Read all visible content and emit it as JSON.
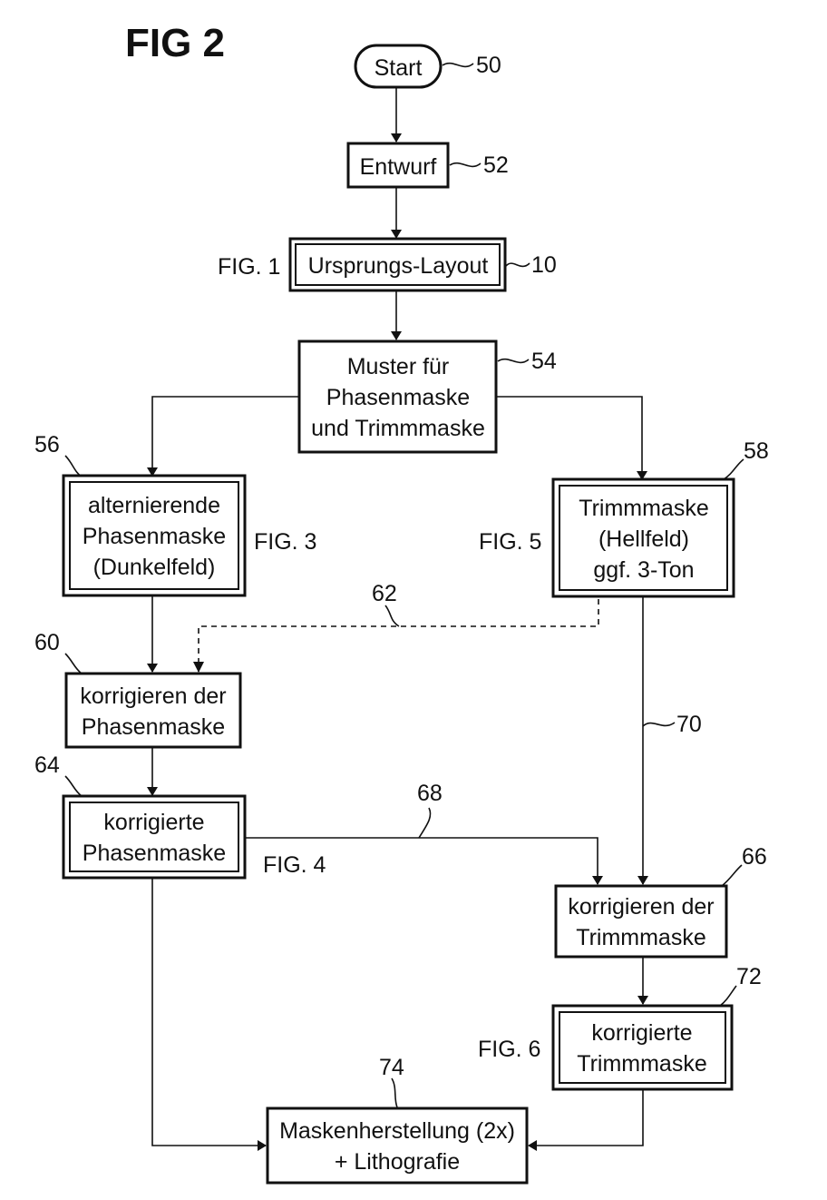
{
  "title": "FIG 2",
  "nodes": {
    "start": {
      "lines": [
        "Start"
      ],
      "ref": "50"
    },
    "entwurf": {
      "lines": [
        "Entwurf"
      ],
      "ref": "52"
    },
    "ursprung": {
      "lines": [
        "Ursprungs-Layout"
      ],
      "ref": "10",
      "fig": "FIG. 1"
    },
    "muster": {
      "lines": [
        "Muster für",
        "Phasenmaske",
        "und Trimmmaske"
      ],
      "ref": "54"
    },
    "alt_phase": {
      "lines": [
        "alternierende",
        "Phasenmaske",
        "(Dunkelfeld)"
      ],
      "ref": "56",
      "fig": "FIG. 3"
    },
    "trimm": {
      "lines": [
        "Trimmmaske",
        "(Hellfeld)",
        "ggf. 3-Ton"
      ],
      "ref": "58",
      "fig": "FIG. 5"
    },
    "korr_phase_step": {
      "lines": [
        "korrigieren der",
        "Phasenmaske"
      ],
      "ref": "60"
    },
    "korr_phase": {
      "lines": [
        "korrigierte",
        "Phasenmaske"
      ],
      "ref": "64",
      "fig": "FIG. 4"
    },
    "korr_trimm_step": {
      "lines": [
        "korrigieren der",
        "Trimmmaske"
      ],
      "ref": "66"
    },
    "korr_trimm": {
      "lines": [
        "korrigierte",
        "Trimmmaske"
      ],
      "ref": "72",
      "fig": "FIG. 6"
    },
    "masken": {
      "lines": [
        "Maskenherstellung (2x)",
        "+ Lithografie"
      ],
      "ref": "74"
    }
  },
  "edge_refs": {
    "dashed": "62",
    "phase_to_trimm": "68",
    "trimm_down": "70"
  }
}
